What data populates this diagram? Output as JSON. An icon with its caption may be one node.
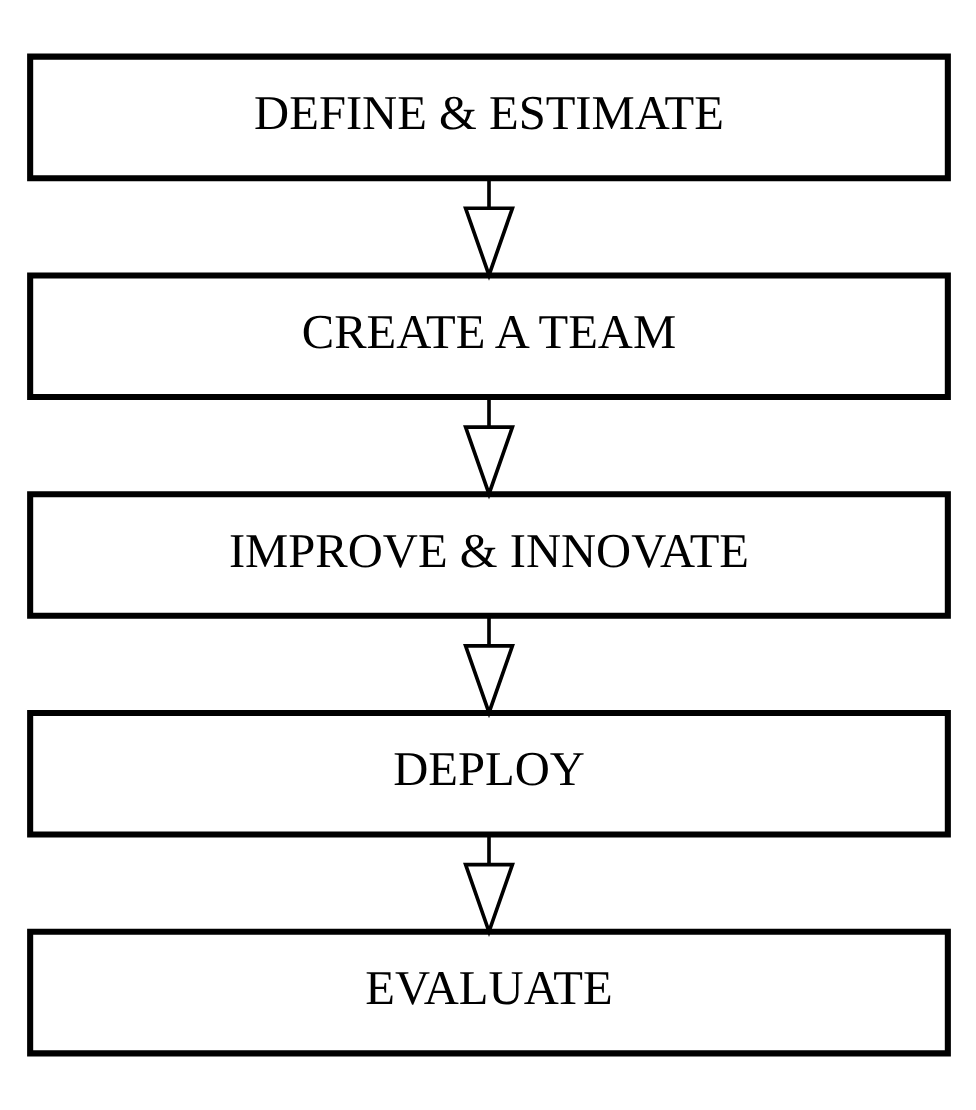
{
  "diagram": {
    "nodes": [
      {
        "text": [
          "DEFINE & ESTIMATE"
        ]
      },
      {
        "text": [
          "CREATE A TEAM"
        ]
      },
      {
        "text": [
          "IMPROVE & INNOVATE"
        ]
      },
      {
        "text": [
          "DEPLOY"
        ]
      },
      {
        "text": [
          "EVALUATE"
        ]
      }
    ],
    "edges": [
      {
        "from": 0,
        "to": 1,
        "arrow": "to"
      },
      {
        "from": 1,
        "to": 2,
        "arrow": "to"
      },
      {
        "from": 2,
        "to": 3,
        "arrow": "to"
      },
      {
        "from": 3,
        "to": 4,
        "arrow": "to"
      }
    ]
  }
}
